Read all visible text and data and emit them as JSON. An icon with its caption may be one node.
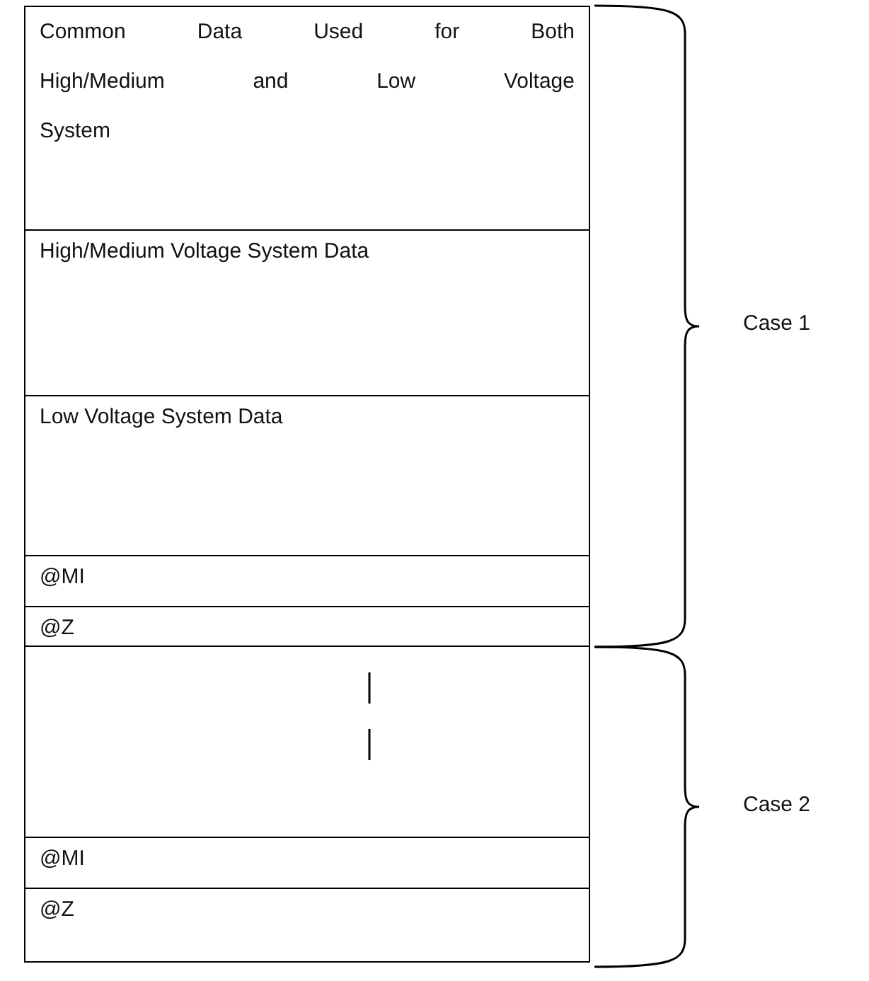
{
  "diagram": {
    "nodes": [
      {
        "text": [
          "Common Data Used for Both High/Medium and Low Voltage System"
        ]
      },
      {
        "text": [
          "High/Medium Voltage System Data"
        ]
      },
      {
        "text": [
          "Low Voltage System Data"
        ]
      },
      {
        "text": [
          "@MI"
        ]
      },
      {
        "text": [
          "@Z"
        ]
      },
      {
        "text": [],
        "shape": "box"
      },
      {
        "text": [
          "@MI"
        ]
      },
      {
        "text": [
          "@Z"
        ]
      }
    ],
    "labels": [
      "Case 1",
      "Case 2"
    ]
  }
}
